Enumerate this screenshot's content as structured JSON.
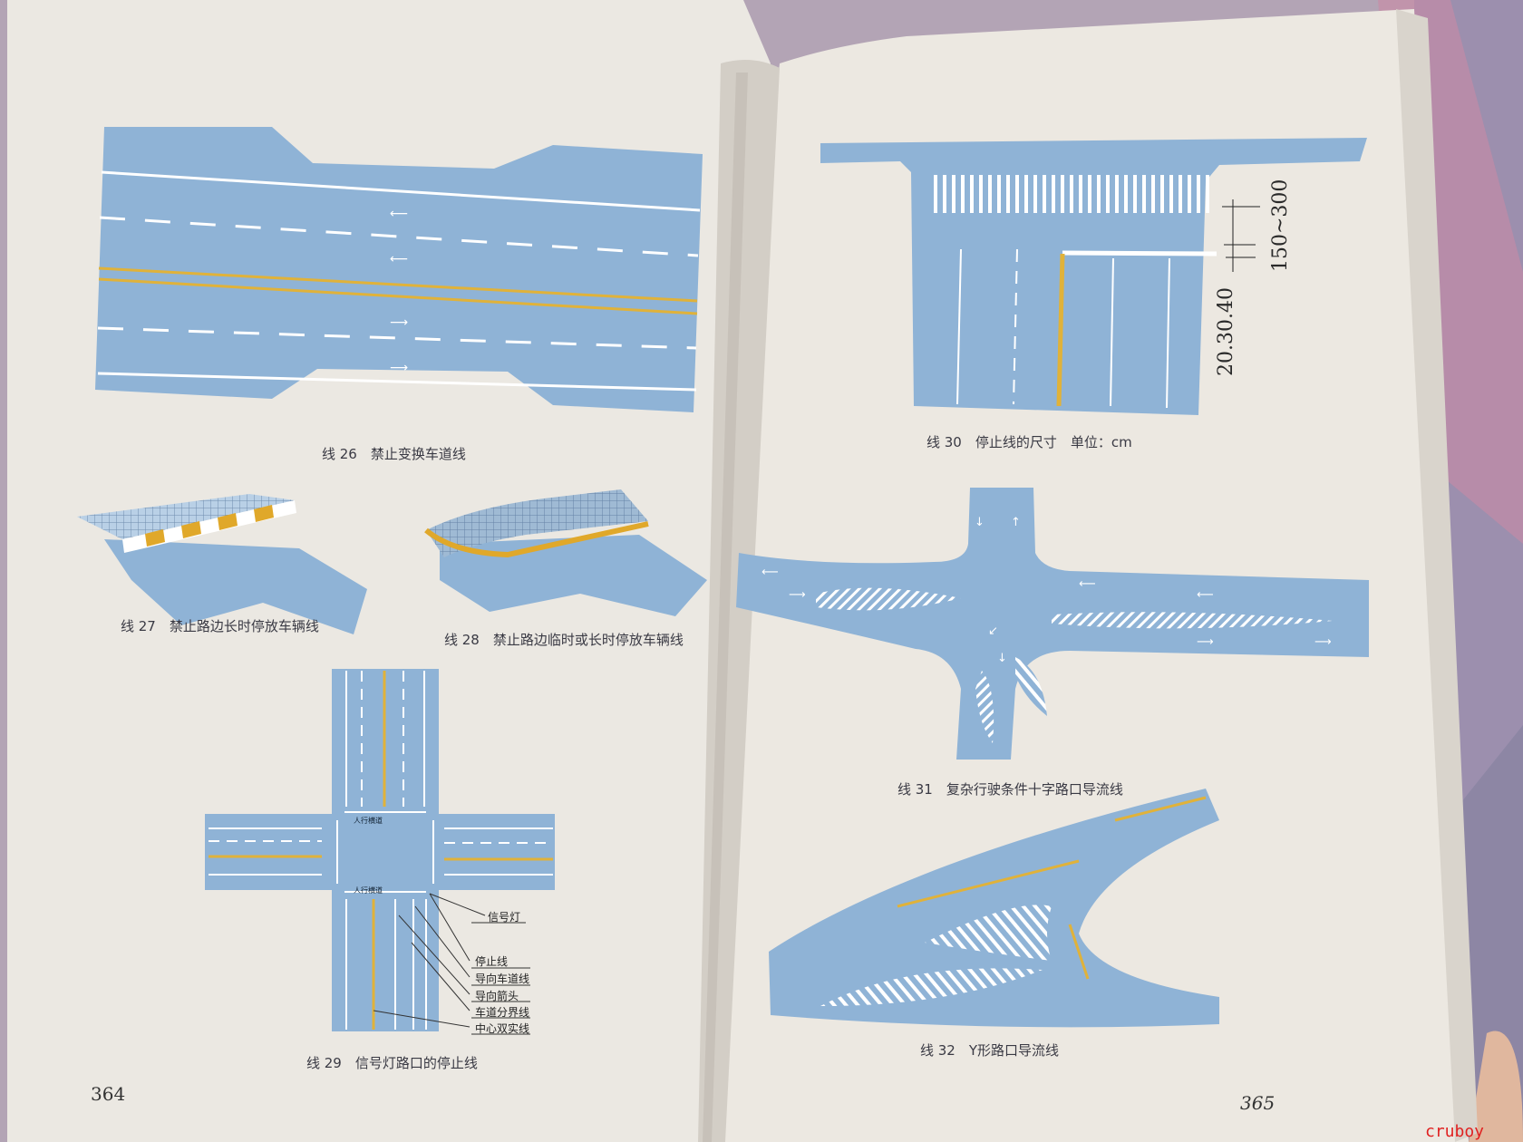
{
  "left_page": {
    "page_number": "364",
    "fig26_caption": "线 26　禁止变换车道线",
    "fig27_caption": "线 27　禁止路边长时停放车辆线",
    "fig28_caption": "线 28　禁止路边临时或长时停放车辆线",
    "fig29_caption": "线 29　信号灯路口的停止线",
    "fig29_crosswalk": "人行横道",
    "fig29_labels": [
      "信号灯",
      "停止线",
      "导向车道线",
      "导向箭头",
      "车道分界线",
      "中心双实线"
    ]
  },
  "right_page": {
    "page_number": "365",
    "fig30_caption": "线 30　停止线的尺寸　单位：cm",
    "fig30_dim_a": "150~300",
    "fig30_dim_b": "20.30.40",
    "fig31_caption": "线 31　复杂行驶条件十字路口导流线",
    "fig32_caption": "线 32　Y形路口导流线"
  },
  "watermark": "cruboy",
  "colors": {
    "road": "#8fb3d6",
    "page": "#ece8e1",
    "yellow": "#d4a52a",
    "background": "#b7a8b8"
  }
}
